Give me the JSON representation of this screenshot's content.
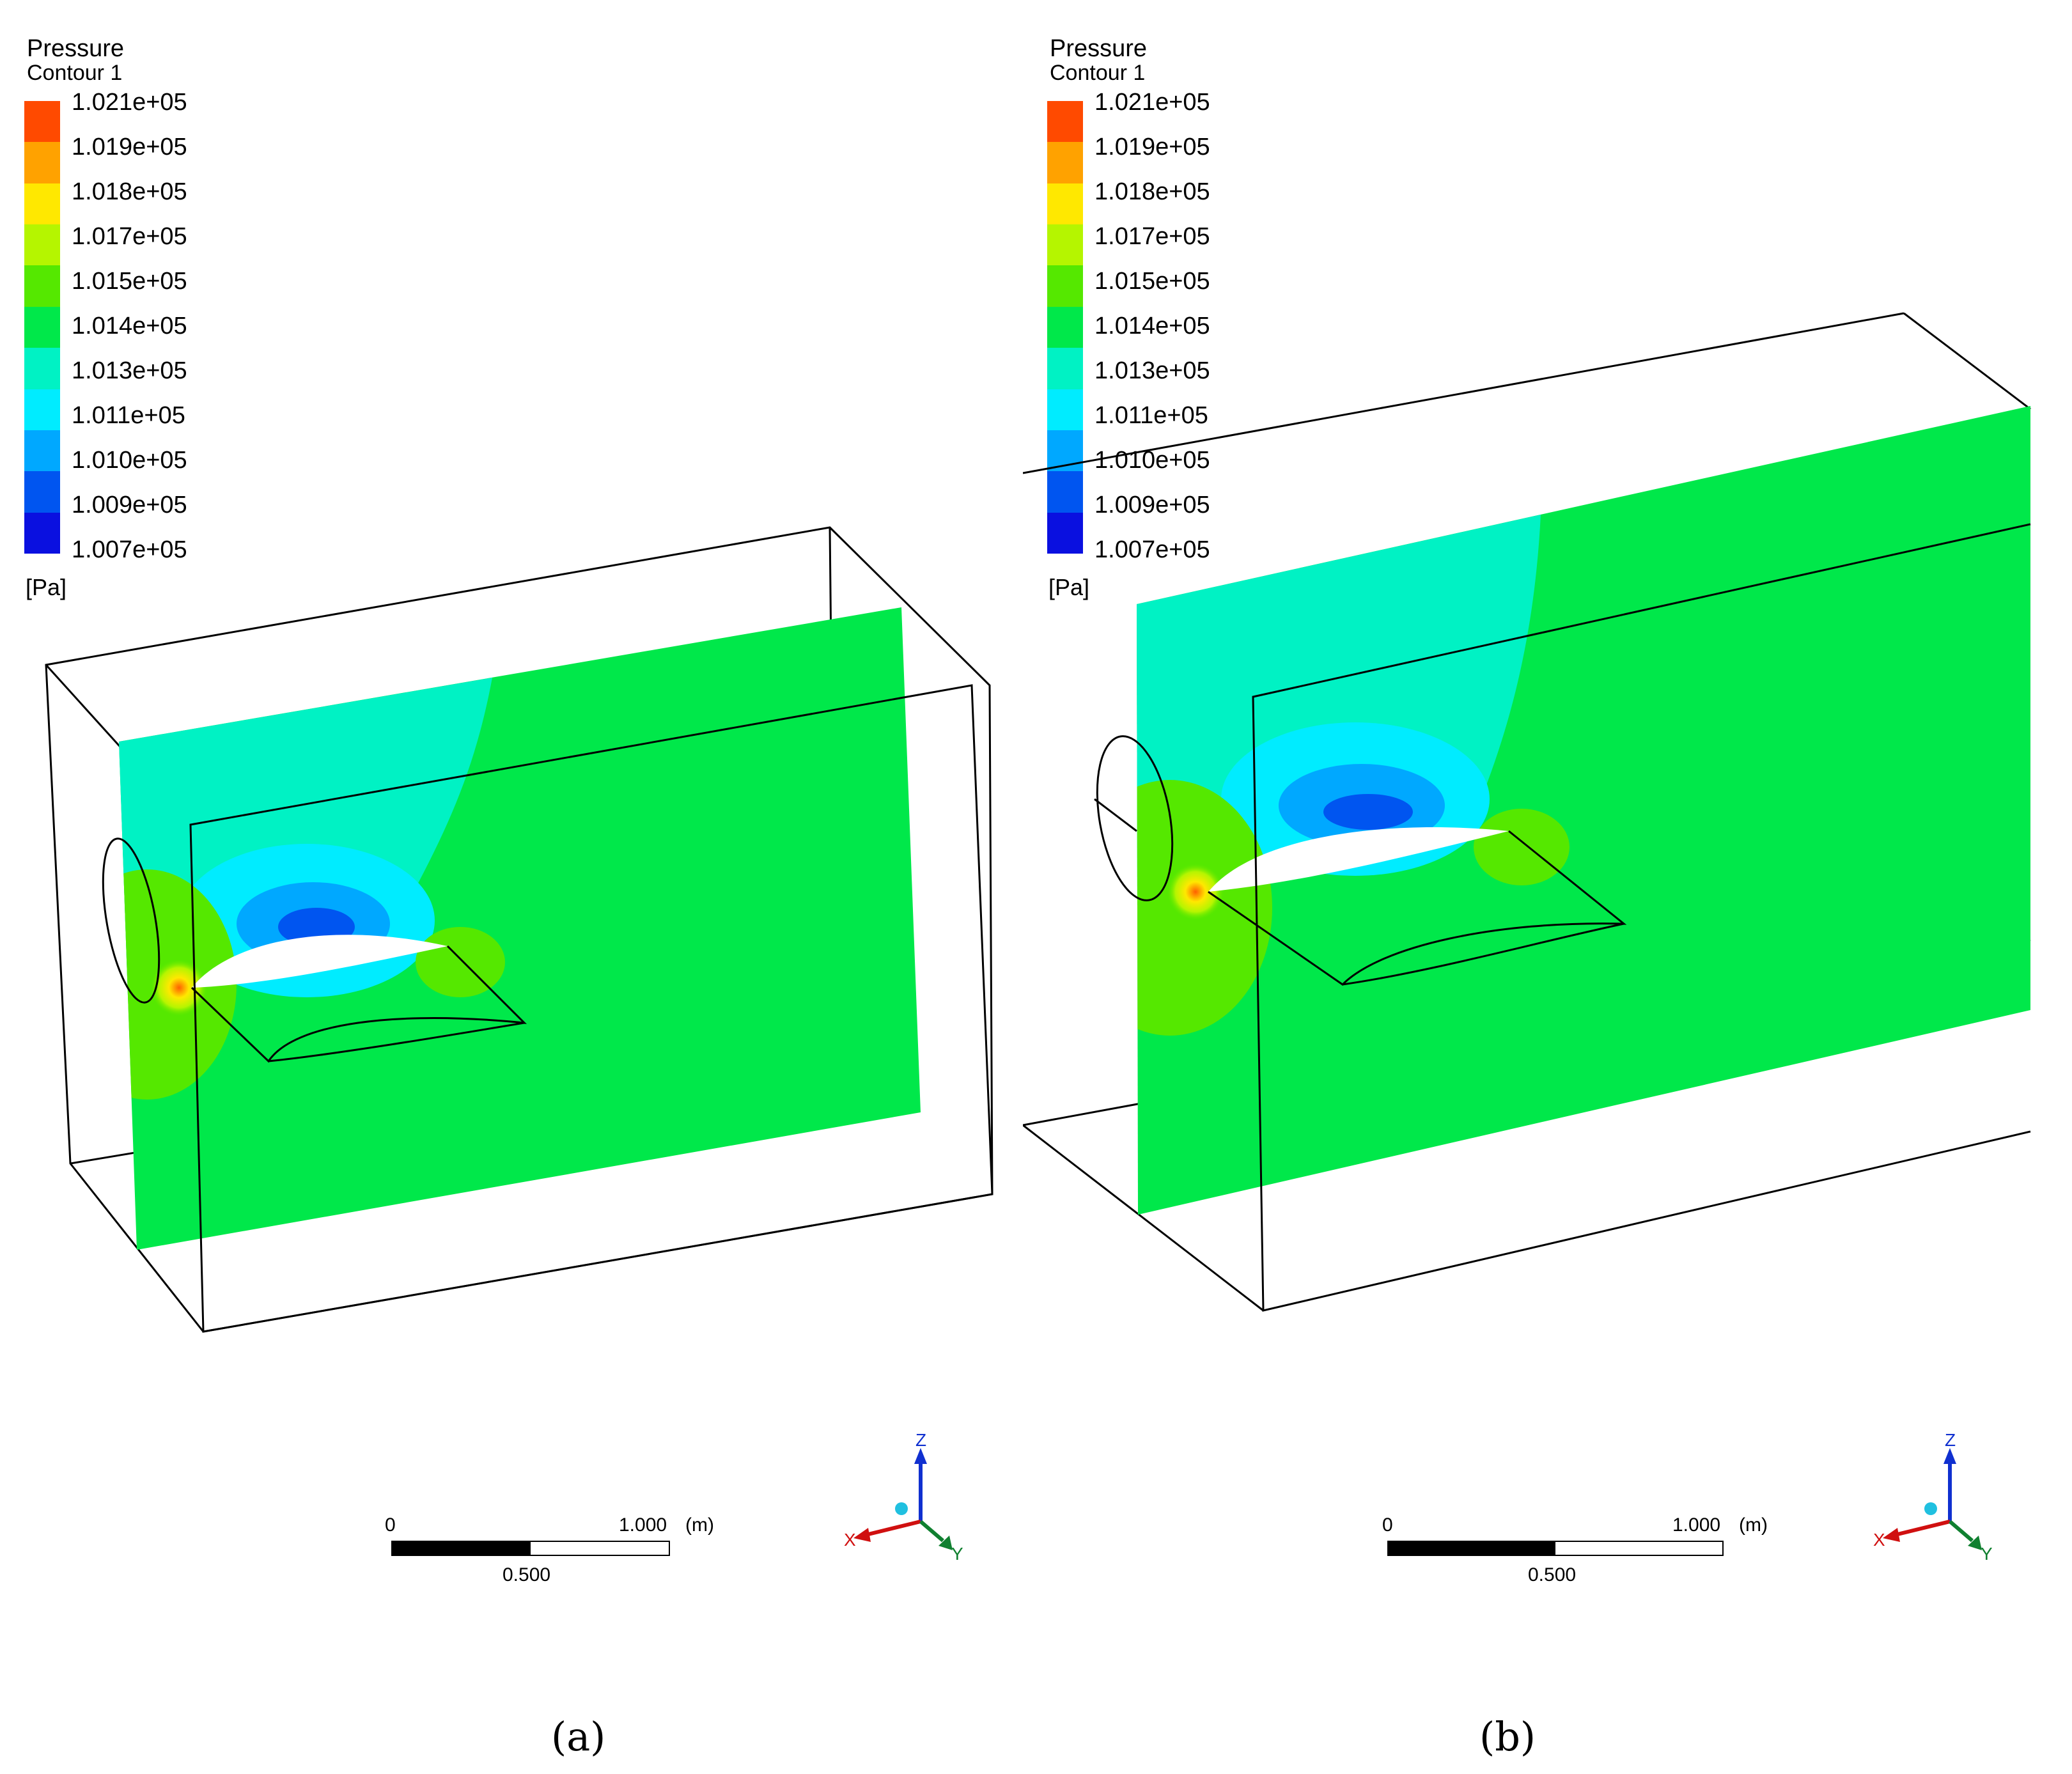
{
  "legend": {
    "title": "Pressure",
    "subtitle": "Contour 1",
    "unit": "[Pa]",
    "labels": [
      "1.021e+05",
      "1.019e+05",
      "1.018e+05",
      "1.017e+05",
      "1.015e+05",
      "1.014e+05",
      "1.013e+05",
      "1.011e+05",
      "1.010e+05",
      "1.009e+05",
      "1.007e+05"
    ],
    "colors": [
      "#ff4a00",
      "#ffa200",
      "#ffe800",
      "#b5f500",
      "#55e800",
      "#00e84a",
      "#00f2c4",
      "#00ecff",
      "#00a8ff",
      "#0055f0",
      "#0a10e0"
    ]
  },
  "scale": {
    "start": "0",
    "end": "1.000",
    "unit": "(m)",
    "mid": "0.500"
  },
  "axes": {
    "x": "X",
    "y": "Y",
    "z": "Z"
  },
  "panels": [
    {
      "caption": "(a)"
    },
    {
      "caption": "(b)"
    }
  ]
}
